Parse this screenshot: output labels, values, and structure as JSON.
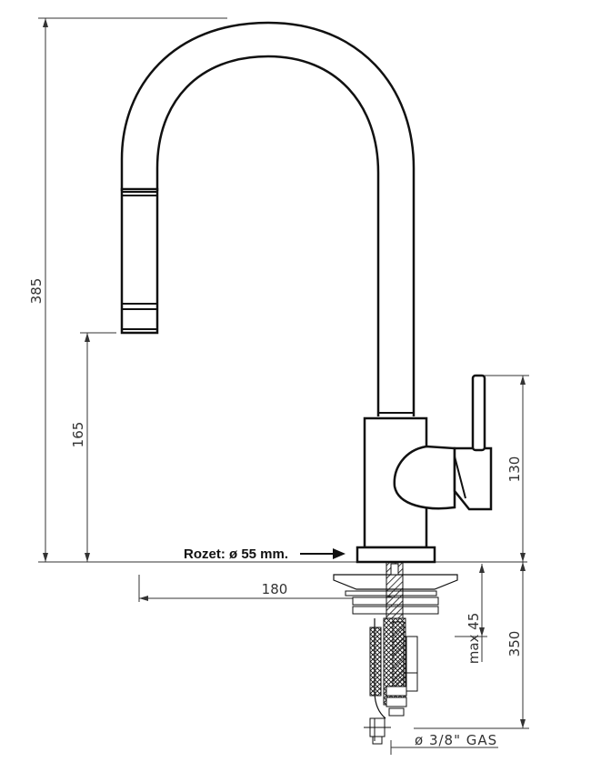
{
  "drawing": {
    "dimensions": {
      "total_height": "385",
      "spout_clearance": "165",
      "handle_height": "130",
      "reach": "180",
      "max_deck_thickness": "max 45",
      "hose_length": "350"
    },
    "callouts": {
      "rosette": "Rozet: ø 55 mm.",
      "connection": "ø 3/8\" GAS"
    }
  }
}
